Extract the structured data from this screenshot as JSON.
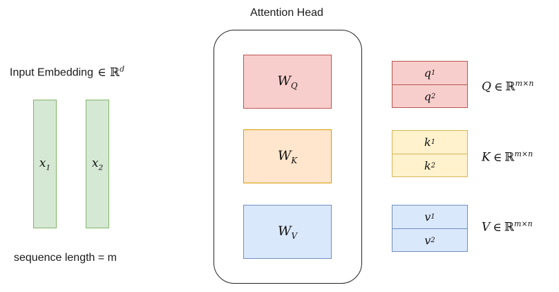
{
  "head_title": "Attention Head",
  "input": {
    "title": "Input Embedding",
    "symbol_in": "∈",
    "space": "ℝ",
    "space_exp": "d",
    "vectors": [
      {
        "base": "x",
        "sub": "1"
      },
      {
        "base": "x",
        "sub": "2"
      }
    ],
    "sequence_length": "sequence length = m"
  },
  "weights": [
    {
      "base": "W",
      "sub": "Q"
    },
    {
      "base": "W",
      "sub": "K"
    },
    {
      "base": "W",
      "sub": "V"
    }
  ],
  "outputs": {
    "q": {
      "rows": [
        {
          "base": "q",
          "sub": "1"
        },
        {
          "base": "q",
          "sub": "2"
        }
      ],
      "label": "Q",
      "symbol_in": "∈",
      "space": "ℝ",
      "exp": "m×n"
    },
    "k": {
      "rows": [
        {
          "base": "k",
          "sub": "1"
        },
        {
          "base": "k",
          "sub": "2"
        }
      ],
      "label": "K",
      "symbol_in": "∈",
      "space": "ℝ",
      "exp": "m×n"
    },
    "v": {
      "rows": [
        {
          "base": "v",
          "sub": "1"
        },
        {
          "base": "v",
          "sub": "2"
        }
      ],
      "label": "V",
      "symbol_in": "∈",
      "space": "ℝ",
      "exp": "m×n"
    }
  },
  "colors": {
    "input_fill": "#d5e8d4",
    "input_stroke": "#82b366",
    "q_fill": "#f8cecc",
    "q_stroke": "#b85450",
    "k_weight_fill": "#ffe6cc",
    "k_weight_stroke": "#d79b00",
    "k_out_fill": "#fff2cc",
    "k_out_stroke": "#d6b656",
    "v_fill": "#dae8fc",
    "v_stroke": "#6c8ebf"
  }
}
